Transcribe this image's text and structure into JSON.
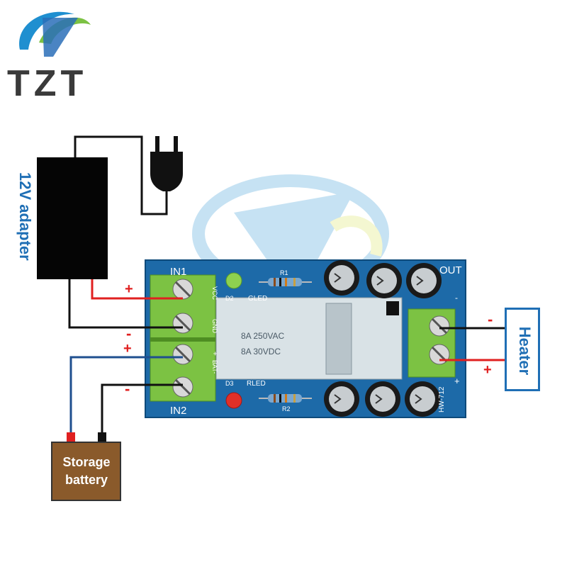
{
  "brand": {
    "name": "TZT"
  },
  "labels": {
    "adapter": "12V adapter",
    "heater": "Heater",
    "battery_line1": "Storage",
    "battery_line2": "battery",
    "plus": "+",
    "minus": "-"
  },
  "pcb": {
    "in1": "IN1",
    "in2": "IN2",
    "out": "OUT",
    "vcc": "VCC",
    "gnd": "GND",
    "bat_plus": "+",
    "bat": "BAT-",
    "gled": "GLED",
    "rled": "RLED",
    "d2": "D2",
    "d3": "D3",
    "r1": "R1",
    "r2": "R2",
    "model": "HW-712",
    "out_minus": "-",
    "out_plus": "+",
    "relay_line1": "8A  250VAC",
    "relay_line2": "8A  30VDC"
  },
  "colors": {
    "board": "#1d6aa8",
    "terminal": "#7cc243",
    "wire_red": "#e02020",
    "wire_black": "#111111",
    "wire_blue": "#1f4f8f",
    "label_blue": "#1f6fb5",
    "battery": "#8a5a2b"
  }
}
